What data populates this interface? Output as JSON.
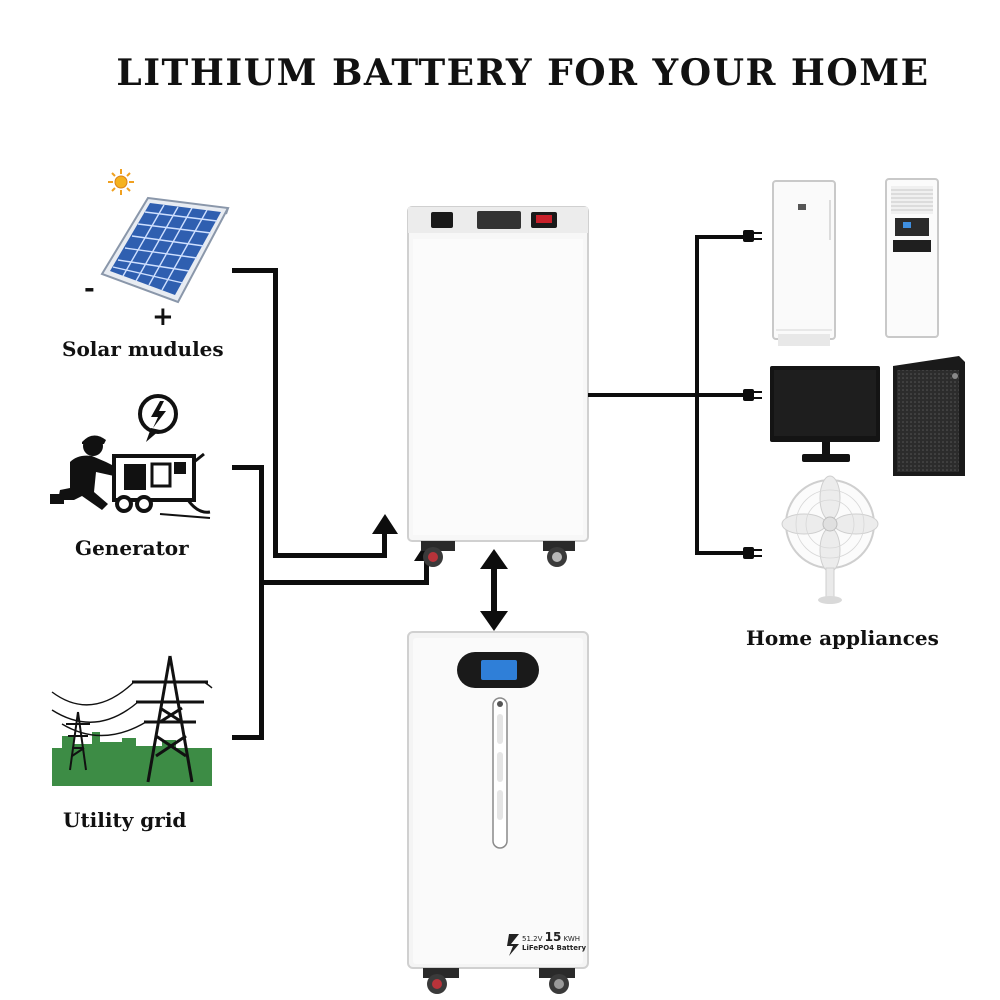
{
  "title": "LITHIUM BATTERY FOR YOUR HOME",
  "sources": {
    "solar_label": "Solar mudules",
    "generator_label": "Generator",
    "grid_label": "Utility grid",
    "solar_minus": "-",
    "solar_plus": "+"
  },
  "loads": {
    "appliances_label": "Home appliances"
  },
  "battery_lower": {
    "spec_voltage": "51.2V",
    "spec_capacity": "15",
    "spec_unit": "KWH",
    "spec_chemistry": "LiFePO4 Battery"
  },
  "colors": {
    "wire": "#0d0d0d",
    "solar_panel": "#2f5fb0",
    "grid_ground": "#3d8c45",
    "sun": "#f0a020"
  },
  "icons": [
    "sun-icon",
    "solar-panel-icon",
    "generator-icon",
    "lightning-bolt-icon",
    "power-tower-icon",
    "plug-icon",
    "refrigerator-icon",
    "air-conditioner-icon",
    "monitor-icon",
    "subwoofer-icon",
    "fan-icon"
  ]
}
